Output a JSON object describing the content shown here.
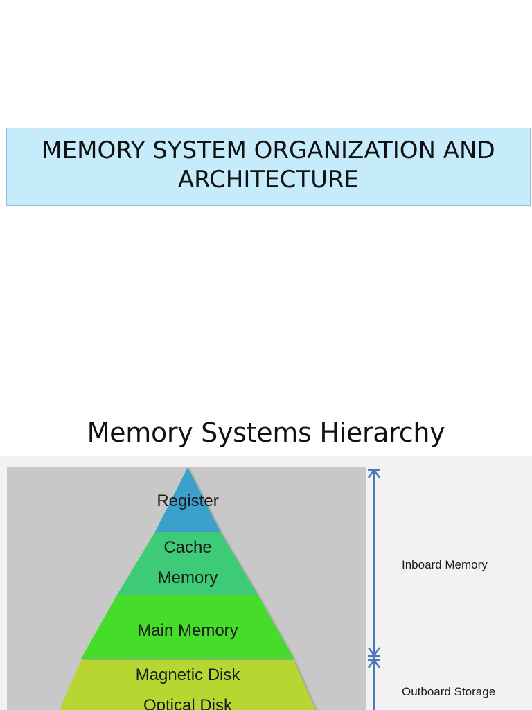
{
  "slide1": {
    "title": "MEMORY SYSTEM ORGANIZATION AND\nARCHITECTURE"
  },
  "slide2": {
    "heading": "Memory Systems Hierarchy",
    "pyramid_levels": [
      {
        "label_lines": [
          "Register"
        ],
        "color": "#3aa0cc"
      },
      {
        "label_lines": [
          "Cache",
          "Memory"
        ],
        "color": "#3ccb78"
      },
      {
        "label_lines": [
          "Main Memory"
        ],
        "color": "#44dc2c"
      },
      {
        "label_lines": [
          "Magnetic Disk",
          "Optical Disk"
        ],
        "color": "#b7d630"
      }
    ],
    "bracket_labels": {
      "inboard": "Inboard Memory",
      "outboard": "Outboard Storage"
    },
    "colors": {
      "panel_background": "#c8c8c8",
      "arrow": "#4a78b8"
    }
  }
}
